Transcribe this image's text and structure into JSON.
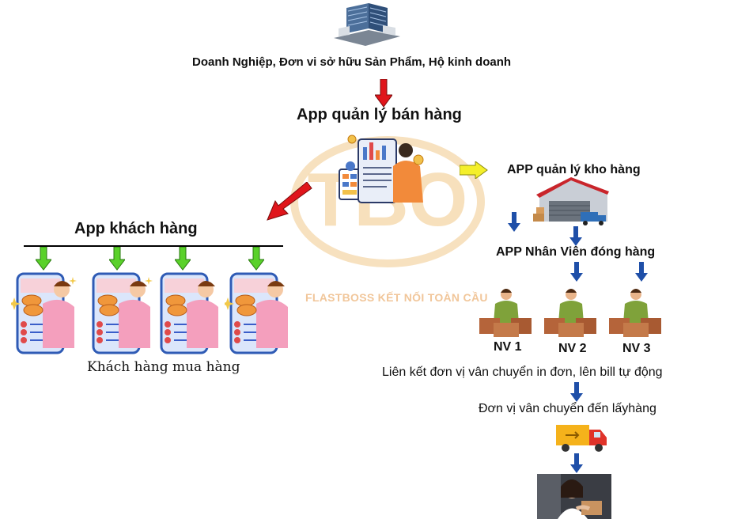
{
  "top": {
    "label": "Doanh Nghiệp, Đơn vi sở hữu Sản Phẩm, Hộ kinh doanh"
  },
  "center": {
    "title": "App quản lý bán hàng"
  },
  "customer": {
    "title": "App khách hàng",
    "caption": "Khách hàng mua hàng"
  },
  "warehouse": {
    "title": "APP quản lý  kho hàng"
  },
  "packing": {
    "title": "APP Nhân Viên đóng hàng",
    "staff": [
      "NV 1",
      "NV 2",
      "NV 3"
    ]
  },
  "shipping": {
    "link_text": "Liên kết đơn vị vân chuyển in đơn, lên bill tự động",
    "pickup_text": "Đơn vị vân chuyển đến lấyhàng"
  },
  "watermark": {
    "logo": "TBO",
    "tagline": "FLASTBOSS KẾT NỐI TOÀN CẦU"
  },
  "colors": {
    "red_arrow": "#e0151b",
    "green_arrow": "#5ad12a",
    "blue_arrow": "#1f4fa8",
    "yellow_arrow": "#f4ef2a"
  }
}
